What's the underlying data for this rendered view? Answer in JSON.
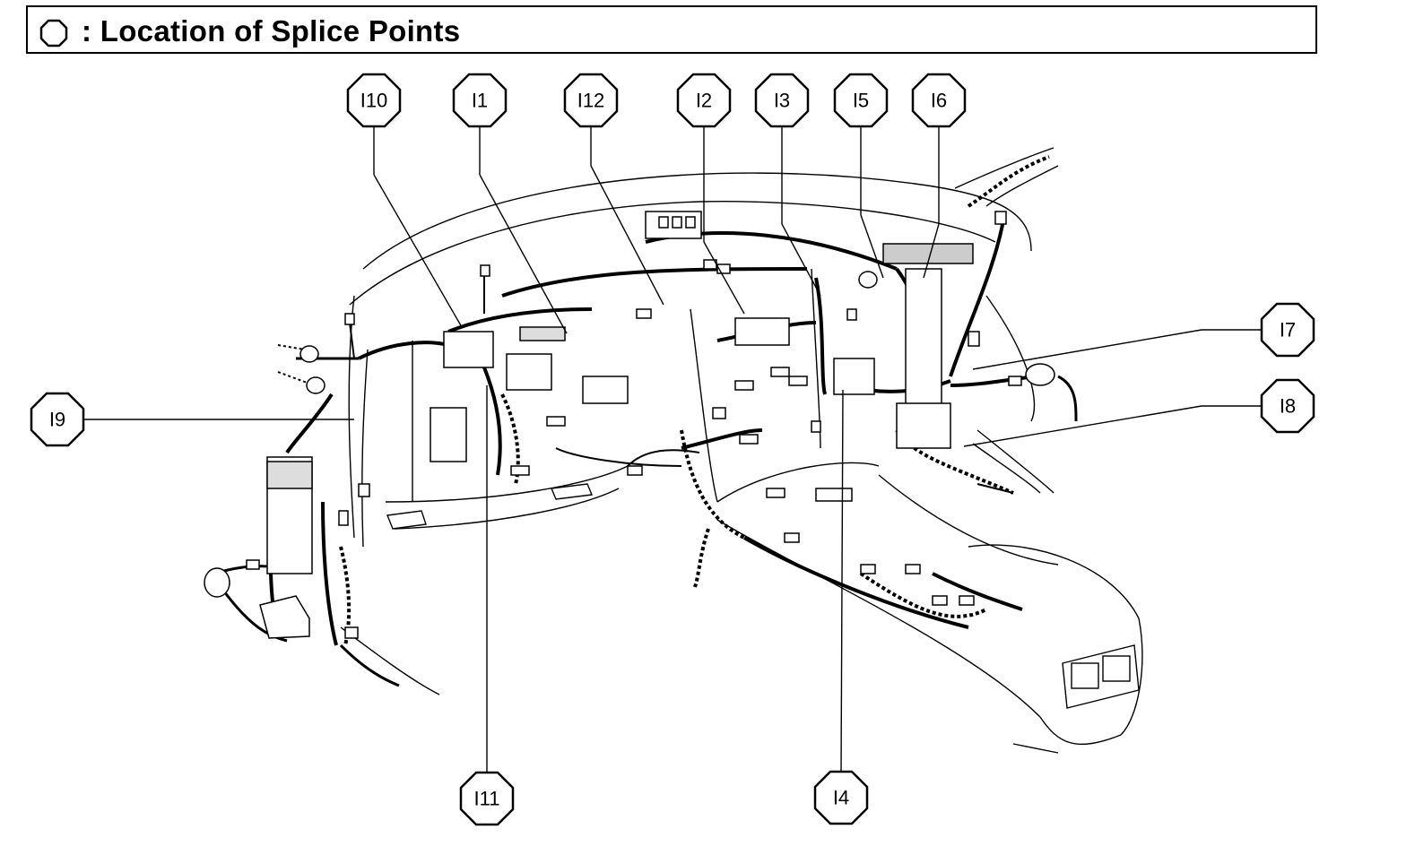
{
  "title": {
    "icon": "octagon-icon",
    "text": ": Location of Splice Points"
  },
  "callouts": [
    {
      "id": "I10",
      "label": "I10"
    },
    {
      "id": "I1",
      "label": "I1"
    },
    {
      "id": "I12",
      "label": "I12"
    },
    {
      "id": "I2",
      "label": "I2"
    },
    {
      "id": "I3",
      "label": "I3"
    },
    {
      "id": "I5",
      "label": "I5"
    },
    {
      "id": "I6",
      "label": "I6"
    },
    {
      "id": "I7",
      "label": "I7"
    },
    {
      "id": "I8",
      "label": "I8"
    },
    {
      "id": "I9",
      "label": "I9"
    },
    {
      "id": "I11",
      "label": "I11"
    },
    {
      "id": "I4",
      "label": "I4"
    }
  ],
  "colors": {
    "ink": "#000000",
    "paper": "#ffffff"
  }
}
